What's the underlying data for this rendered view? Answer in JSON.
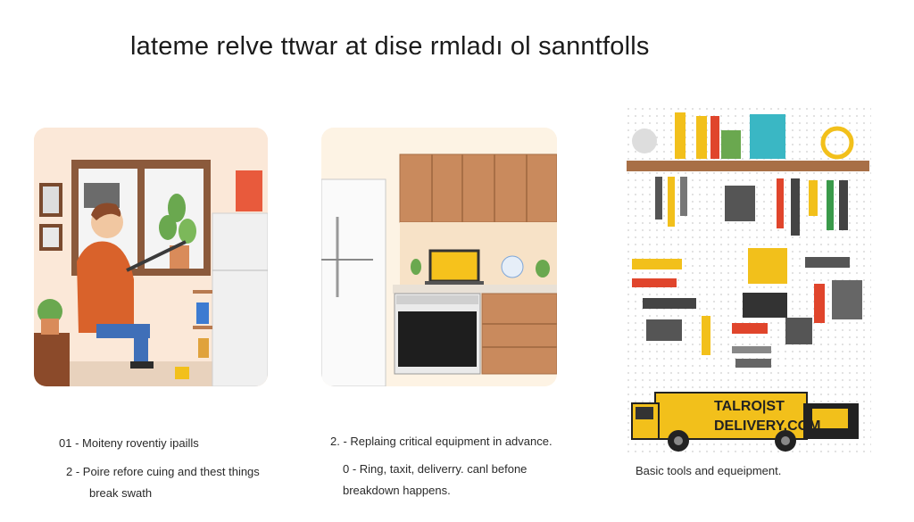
{
  "title": "lateme relve ttwar at dise rmladı ol sanntfolls",
  "panel1": {
    "caption_1": "01  -  Moiteny roventiy ipaills",
    "caption_2": "2  -  Poire refore cuing and thest things",
    "caption_3": "break swath"
  },
  "panel2": {
    "caption_1": "2. - Replaing critical equipment in advance.",
    "caption_2": "0  -  Ring, taxit, deliverry. canl befone",
    "caption_3": "breakdown happens."
  },
  "panel3": {
    "truck_top": "TALRO|ST",
    "truck_bottom": "DELIVERY.COM",
    "caption": "Basic tools and equeipment."
  },
  "colors": {
    "wall": "#fbe8d8",
    "shirt": "#d9622b",
    "cabinet": "#c98a5d",
    "truck": "#f2c01b",
    "accent_yellow": "#f6c21c",
    "accent_red": "#e0452c"
  }
}
